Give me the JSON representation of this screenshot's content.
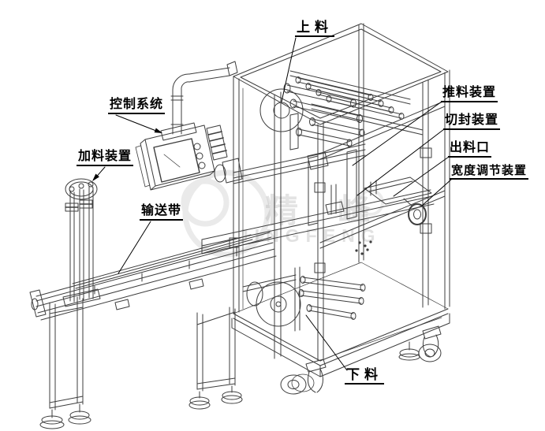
{
  "diagram": {
    "type": "isometric-machine-line-drawing",
    "background_color": "#ffffff",
    "line_color": "#3d3d3d",
    "label_color": "#000000",
    "watermark": {
      "cjk_text": "精峰",
      "latin_text": "JINGFENG",
      "color": "#bdbdbd"
    },
    "labels": [
      {
        "id": "loading",
        "text": "上料"
      },
      {
        "id": "control-system",
        "text": "控制系统"
      },
      {
        "id": "feeding-device",
        "text": "加料装置"
      },
      {
        "id": "conveyor-belt",
        "text": "输送带"
      },
      {
        "id": "pushing-device",
        "text": "推料装置"
      },
      {
        "id": "cut-seal-device",
        "text": "切封装置"
      },
      {
        "id": "discharge-outlet",
        "text": "出料口"
      },
      {
        "id": "width-adjust-device",
        "text": "宽度调节装置"
      },
      {
        "id": "unloading",
        "text": "下料"
      }
    ]
  }
}
